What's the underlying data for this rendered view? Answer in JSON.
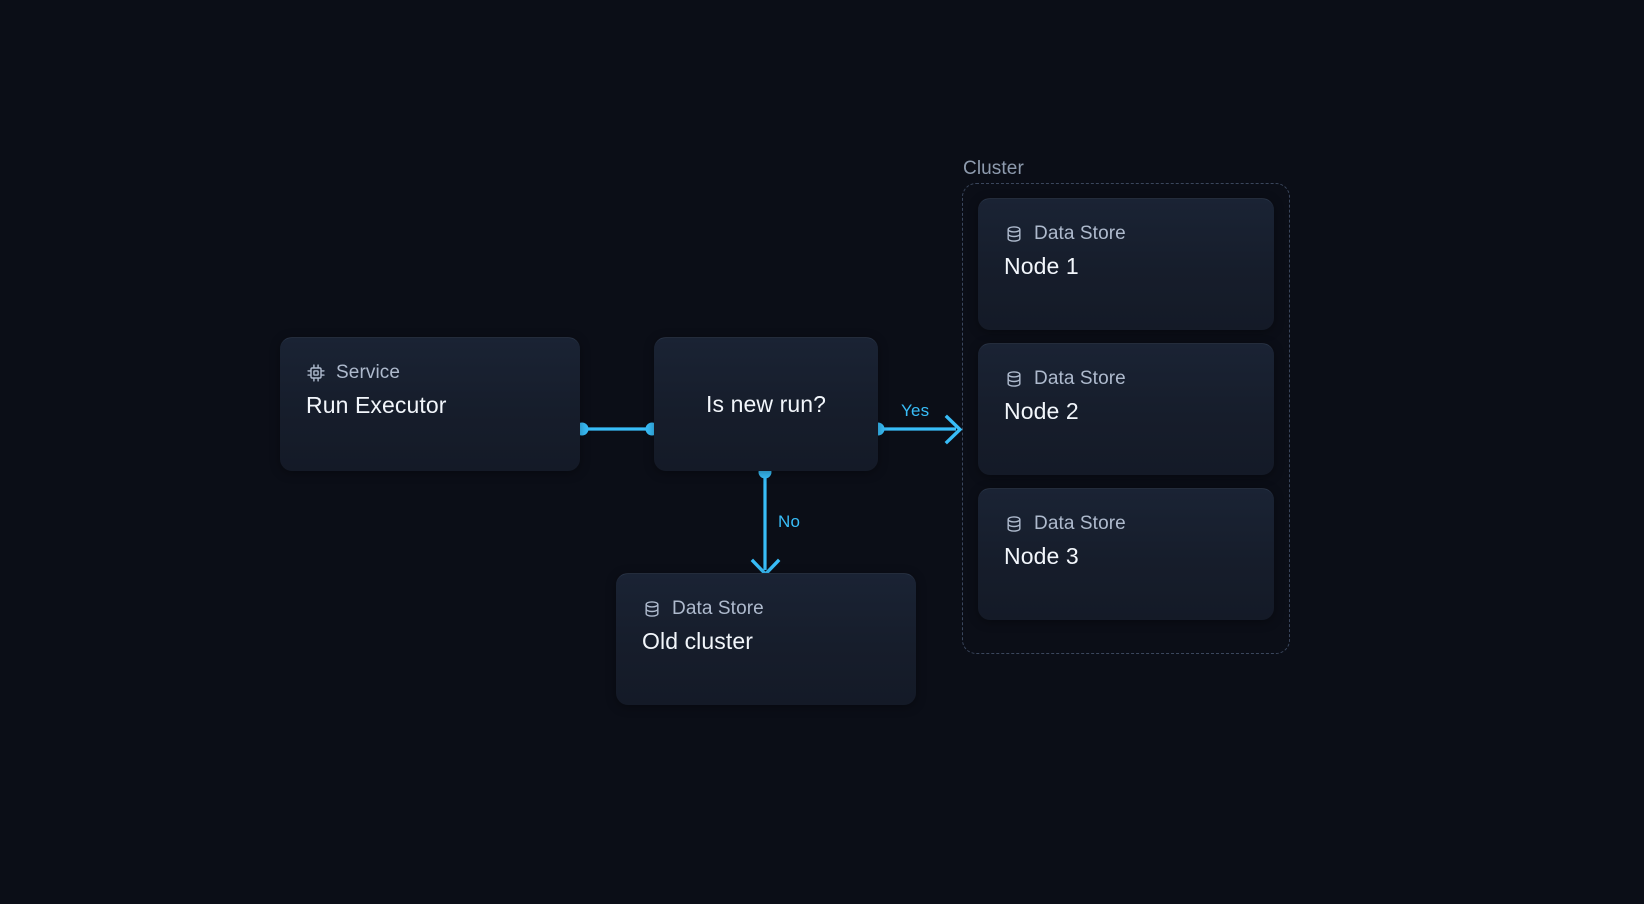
{
  "diagram": {
    "background_color": "#0b0e17",
    "accent_color": "#38bdf8",
    "node_fill_color": "#161d2b",
    "node_title_color": "#f2f6fb",
    "node_kind_color": "#aebacd",
    "cluster_border_color": "#3a465c"
  },
  "cluster": {
    "label": "Cluster"
  },
  "nodes": {
    "run_executor": {
      "kind": "Service",
      "title": "Run Executor",
      "icon": "cpu-chip-icon"
    },
    "decision": {
      "title": "Is new run?"
    },
    "node1": {
      "kind": "Data Store",
      "title": "Node 1",
      "icon": "database-icon"
    },
    "node2": {
      "kind": "Data Store",
      "title": "Node 2",
      "icon": "database-icon"
    },
    "node3": {
      "kind": "Data Store",
      "title": "Node 3",
      "icon": "database-icon"
    },
    "old_cluster": {
      "kind": "Data Store",
      "title": "Old cluster",
      "icon": "database-icon"
    }
  },
  "edges": {
    "executor_to_decision": {
      "label": ""
    },
    "decision_to_cluster": {
      "label": "Yes"
    },
    "decision_to_old_cluster": {
      "label": "No"
    }
  }
}
